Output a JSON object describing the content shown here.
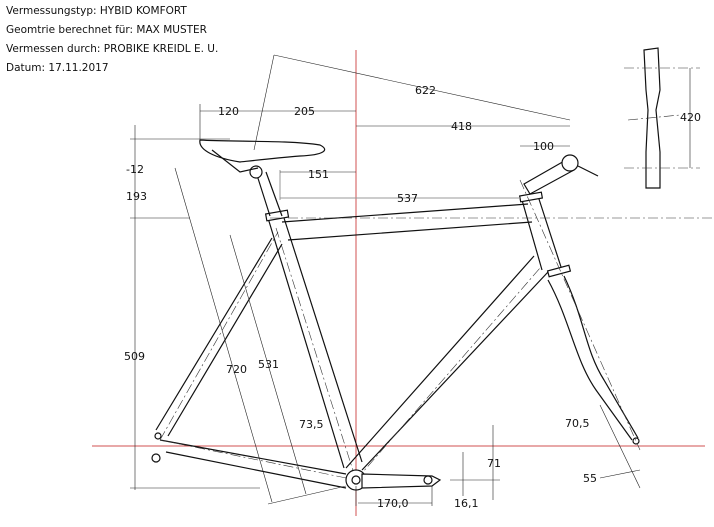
{
  "info": {
    "type": "Vermessungstyp: HYBID KOMFORT",
    "for": "Geomtrie berechnet für: MAX MUSTER",
    "by": "Vermessen durch: PROBIKE KREIDL E. U.",
    "date": "Datum: 17.11.2017"
  },
  "dimensions": {
    "saddle_setback": "120",
    "saddle_to_bb": "205",
    "reach_total": "622",
    "reach_bb_bar": "418",
    "stem_length": "100",
    "bar_width": "420",
    "saddle_drop": "-12",
    "seatpost_ext": "193",
    "seat_clamp_offset": "151",
    "top_tube": "537",
    "seat_tube_height": "509",
    "saddle_height": "720",
    "seat_tube_length": "531",
    "seat_angle": "73,5",
    "head_angle": "70,5",
    "bb_drop": "71",
    "crank_length": "170,0",
    "pedal_offset": "16,1",
    "fork_offset": "55"
  },
  "colors": {
    "reference_lines": "#d05050"
  }
}
